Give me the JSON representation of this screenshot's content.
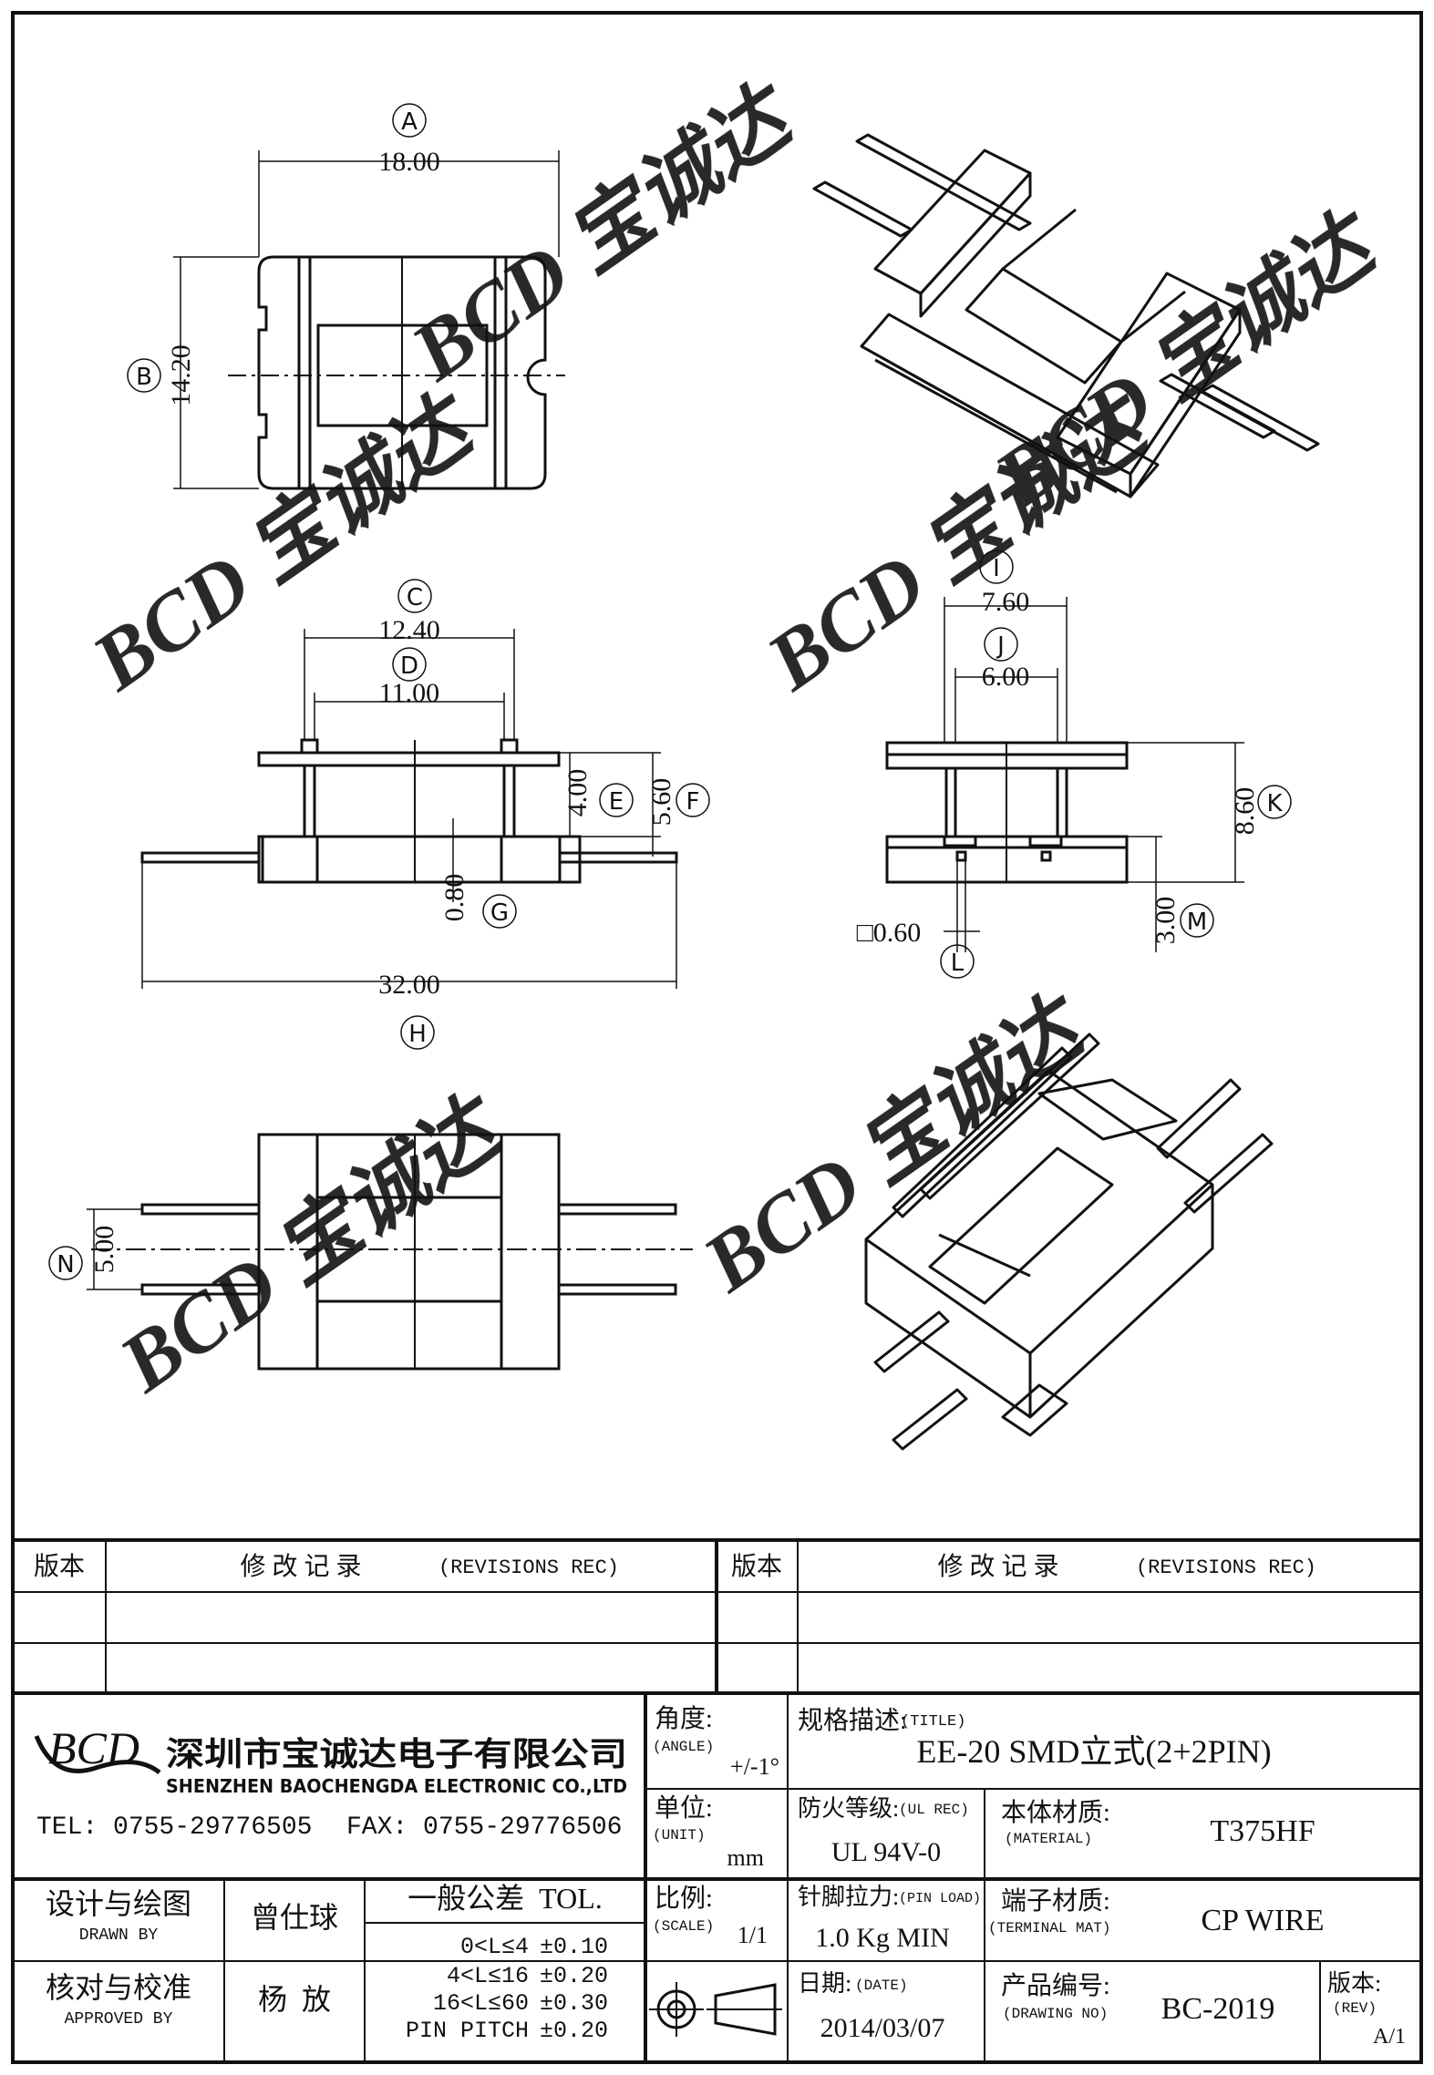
{
  "watermark": "BCD 宝诚达",
  "dims": {
    "A": {
      "letter": "A",
      "value": "18.00"
    },
    "B": {
      "letter": "B",
      "value": "14.20"
    },
    "C": {
      "letter": "C",
      "value": "12.40"
    },
    "D": {
      "letter": "D",
      "value": "11.00"
    },
    "E": {
      "letter": "E",
      "value": "4.00"
    },
    "F": {
      "letter": "F",
      "value": "5.60"
    },
    "G": {
      "letter": "G",
      "value": "0.80"
    },
    "H": {
      "letter": "H",
      "value": "32.00"
    },
    "I": {
      "letter": "I",
      "value": "7.60"
    },
    "J": {
      "letter": "J",
      "value": "6.00"
    },
    "K": {
      "letter": "K",
      "value": "8.60"
    },
    "L": {
      "letter": "L",
      "value": "□0.60"
    },
    "M": {
      "letter": "M",
      "value": "3.00"
    },
    "N": {
      "letter": "N",
      "value": "5.00"
    }
  },
  "revisions": {
    "ver_label": "版本",
    "rec_label": "修 改 记 录",
    "rec_label_en": "(REVISIONS REC)"
  },
  "company": {
    "logo": "BCD",
    "name_cn": "深圳市宝诚达电子有限公司",
    "name_en": "SHENZHEN BAOCHENGDA ELECTRONIC CO.,LTD",
    "tel": "TEL: 0755-29776505",
    "fax": "FAX: 0755-29776506"
  },
  "designer": {
    "label": "设计与绘图",
    "label_en": "DRAWN BY",
    "name": "曾仕球"
  },
  "approver": {
    "label": "核对与校准",
    "label_en": "APPROVED BY",
    "name": "杨  放"
  },
  "tolerance": {
    "title": "一般公差  TOL.",
    "rows": [
      {
        "range": "0<L≤4",
        "tol": "±0.10"
      },
      {
        "range": "4<L≤16",
        "tol": "±0.20"
      },
      {
        "range": "16<L≤60",
        "tol": "±0.30"
      },
      {
        "range": "PIN PITCH",
        "tol": "±0.20"
      }
    ]
  },
  "angle": {
    "label": "角度:",
    "label_en": "(ANGLE)",
    "value": "+/-1°"
  },
  "unit": {
    "label": "单位:",
    "label_en": "(UNIT)",
    "value": "mm"
  },
  "scale": {
    "label": "比例:",
    "label_en": "(SCALE)",
    "value": "1/1"
  },
  "title_block": {
    "label": "规格描述:",
    "label_en": "(TITLE)",
    "value": "EE-20 SMD立式(2+2PIN)"
  },
  "ul_rec": {
    "label": "防火等级:",
    "label_en": "(UL REC)",
    "value": "UL 94V-0"
  },
  "material": {
    "label": "本体材质:",
    "label_en": "(MATERIAL)",
    "value": "T375HF"
  },
  "pin_load": {
    "label": "针脚拉力:",
    "label_en": "(PIN LOAD)",
    "value": "1.0 Kg MIN"
  },
  "terminal": {
    "label": "端子材质:",
    "label_en": "(TERMINAL MAT)",
    "value": "CP WIRE"
  },
  "date": {
    "label": "日期:",
    "label_en": "(DATE)",
    "value": "2014/03/07"
  },
  "drawing_no": {
    "label": "产品编号:",
    "label_en": "(DRAWING NO)",
    "value": "BC-2019"
  },
  "rev": {
    "label": "版本:",
    "label_en": "(REV)",
    "value": "A/1"
  }
}
